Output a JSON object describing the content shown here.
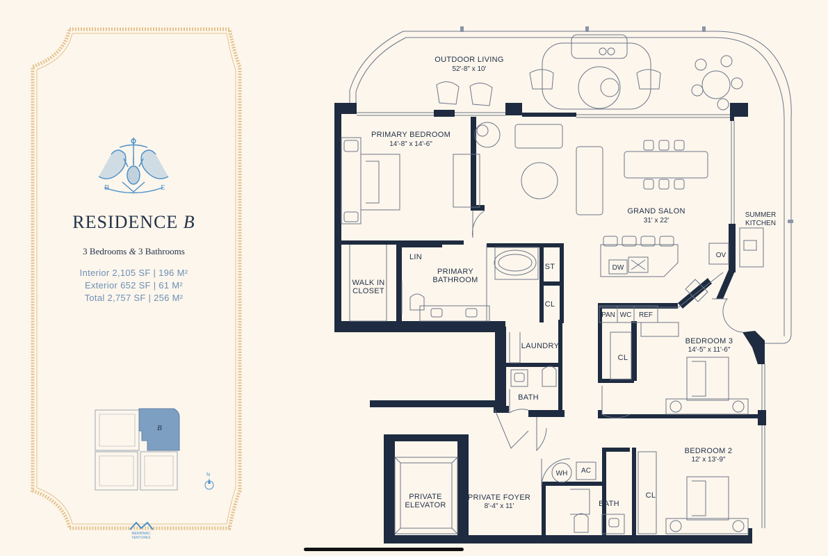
{
  "brochure": {
    "title_main": "RESIDENCE ",
    "title_letter": "B",
    "bedrooms": "3 Bedrooms",
    "connector": "&",
    "bathrooms": "3 Bathrooms",
    "interior": "Interior  2,105 SF  |  196 M²",
    "exterior": "Exterior  652 SF  |  61 M²",
    "total": "Total  2,757 SF  |  256 M²",
    "crest_letters": [
      "B",
      "E"
    ],
    "keyplan_letter": "B",
    "compass": "N",
    "logo_text": [
      "MERRIMAC",
      "VENTURES"
    ]
  },
  "rooms": {
    "outdoor_living": {
      "name": "OUTDOOR LIVING",
      "dims": "52'-8\" x 10'"
    },
    "primary_bedroom": {
      "name": "PRIMARY BEDROOM",
      "dims": "14'-8\" x 14'-6\""
    },
    "grand_salon": {
      "name": "GRAND SALON",
      "dims": "31' x 22'"
    },
    "summer_kitchen": {
      "line1": "SUMMER",
      "line2": "KITCHEN"
    },
    "walk_in_closet": {
      "line1": "WALK IN",
      "line2": "CLOSET"
    },
    "lin": "LIN",
    "primary_bathroom": {
      "line1": "PRIMARY",
      "line2": "BATHROOM"
    },
    "st": "ST",
    "cl_primary": "CL",
    "dw": "DW",
    "ov": "OV",
    "pan": "PAN",
    "wc": "WC",
    "ref": "REF",
    "laundry": "LAUNDRY",
    "bedroom3": {
      "name": "BEDROOM 3",
      "dims": "14'-5\" x 11'-6\""
    },
    "cl_bed3": "CL",
    "bath_hall": "BATH",
    "bedroom2": {
      "name": "BEDROOM 2",
      "dims": "12' x 13'-9\""
    },
    "wh": "WH",
    "ac": "AC",
    "bath_bed2": "BATH",
    "cl_bed2": "CL",
    "private_elevator": {
      "line1": "PRIVATE",
      "line2": "ELEVATOR"
    },
    "private_foyer": {
      "name": "PRIVATE FOYER",
      "dims": "8'-4\" x 11'"
    }
  },
  "colors": {
    "background": "#fdf6ec",
    "wall": "#1e2b40",
    "accent_blue": "#4a8fc7",
    "key_highlight": "#7d9fc1",
    "border_gold": "#e3c28c",
    "line": "#2f3c52"
  }
}
